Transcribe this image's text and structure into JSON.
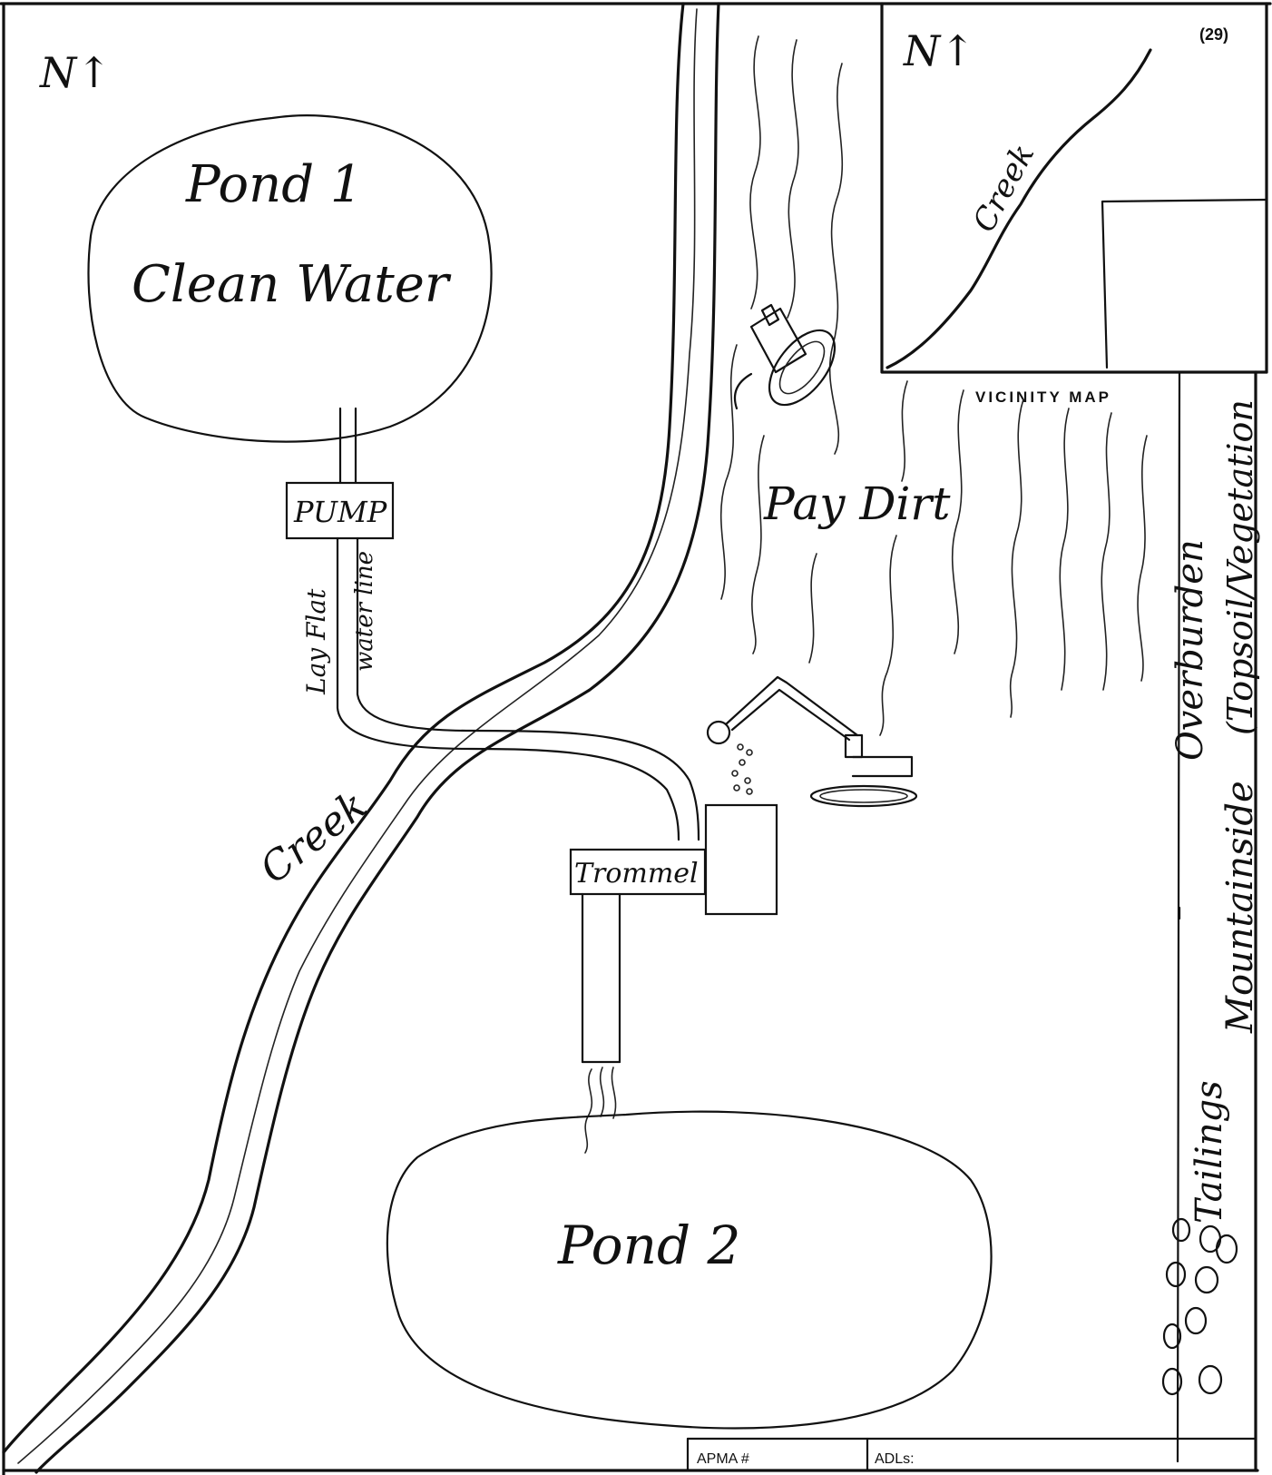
{
  "page_number": "(29)",
  "north_main": "N↑",
  "north_vicinity": "N↑",
  "vicinity_map": {
    "title": "VICINITY MAP",
    "creek_label": "Creek"
  },
  "site_plan": {
    "pond1_title": "Pond 1",
    "pond1_subtitle": "Clean Water",
    "pump_label": "PUMP",
    "hose_label_1": "Lay Flat",
    "hose_label_2": "water line",
    "creek_label": "Creek",
    "pay_dirt_label": "Pay Dirt",
    "trommel_label": "Trommel",
    "pond2_title": "Pond 2"
  },
  "legend_column": {
    "overburden_label": "Overburden",
    "topsoil_label": "(Topsoil/Vegetation",
    "mountainside_label": "Mountainside",
    "tailings_label": "Tailings"
  },
  "form_footer": {
    "apma_label": "APMA #",
    "adls_label": "ADLs:"
  }
}
